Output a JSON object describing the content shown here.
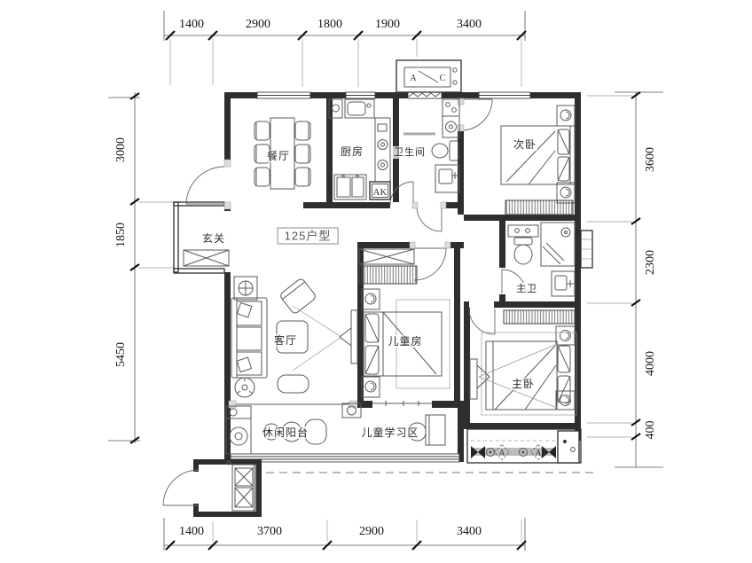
{
  "unit_label": "125户型",
  "rooms": {
    "dining": "餐厅",
    "kitchen": "厨房",
    "bathroom": "卫生间",
    "second_bedroom": "次卧",
    "entry": "玄关",
    "living": "客厅",
    "kids_bedroom": "儿童房",
    "master_bathroom": "主卫",
    "master_bedroom": "主卧",
    "balcony": "休闲阳台",
    "study_area": "儿童学习区"
  },
  "equipment": {
    "flue_label": "AK",
    "ac_unit_left": "A",
    "ac_unit_right": "C",
    "pipe_marker_1": "A",
    "pipe_marker_2": "A"
  },
  "dimensions": {
    "top": [
      "1400",
      "2900",
      "1800",
      "1900",
      "3400"
    ],
    "bottom": [
      "1400",
      "3700",
      "2900",
      "3400"
    ],
    "left": [
      "3000",
      "1850",
      "5450"
    ],
    "right": [
      "3600",
      "2300",
      "4000",
      "400"
    ]
  },
  "colors": {
    "wall": "#2e2e2e",
    "line": "#555555",
    "dim_text": "#141414"
  }
}
